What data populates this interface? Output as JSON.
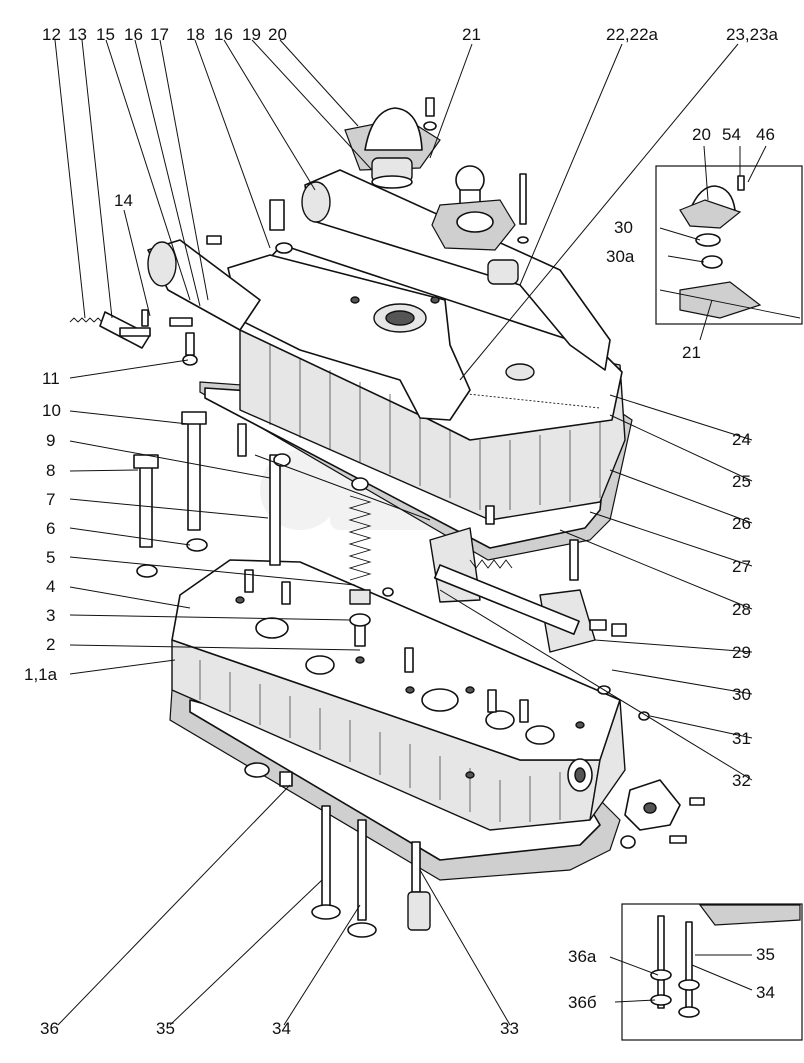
{
  "callouts": {
    "c12": "12",
    "c13": "13",
    "c15": "15",
    "c16a": "16",
    "c17": "17",
    "c18": "18",
    "c16b": "16",
    "c19": "19",
    "c20": "20",
    "c21": "21",
    "c22": "22,22a",
    "c23": "23,23a",
    "c14": "14",
    "c11": "11",
    "c10": "10",
    "c9": "9",
    "c8": "8",
    "c7": "7",
    "c6": "6",
    "c5": "5",
    "c4": "4",
    "c3": "3",
    "c2": "2",
    "c1": "1,1a",
    "c24": "24",
    "c25": "25",
    "c26": "26",
    "c27": "27",
    "c28": "28",
    "c29": "29",
    "c30": "30",
    "c31": "31",
    "c32": "32",
    "c36": "36",
    "c35": "35",
    "c34": "34",
    "c33": "33"
  },
  "inset_top": {
    "c20": "20",
    "c54": "54",
    "c46": "46",
    "c30": "30",
    "c30a": "30а",
    "c21": "21"
  },
  "inset_bottom": {
    "c36a": "36а",
    "c36b": "36б",
    "c35": "35",
    "c34": "34"
  }
}
